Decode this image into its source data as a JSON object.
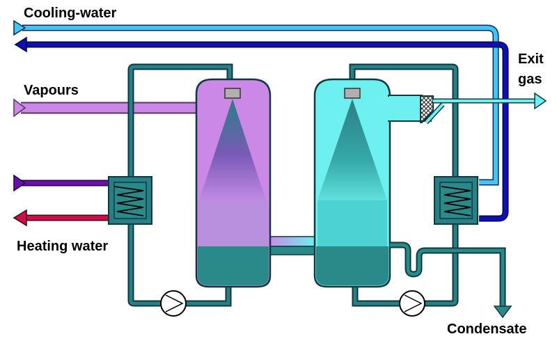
{
  "labels": {
    "cooling_water": "Cooling-water",
    "vapours": "Vapours",
    "heating_water": "Heating water",
    "exit_gas_line1": "Exit",
    "exit_gas_line2": "gas",
    "condensate": "Condensate"
  },
  "colors": {
    "cooling_in": "#3cc8f0",
    "cooling_out": "#1010b0",
    "vapour": "#cc88e6",
    "heating_in": "#6a10a8",
    "heating_out": "#c8104a",
    "pipe_teal": "#2a7f86",
    "liquid": "#2a8a8a",
    "gas_cyan": "#6ff0f0",
    "nozzle": "#b0b0b0"
  }
}
